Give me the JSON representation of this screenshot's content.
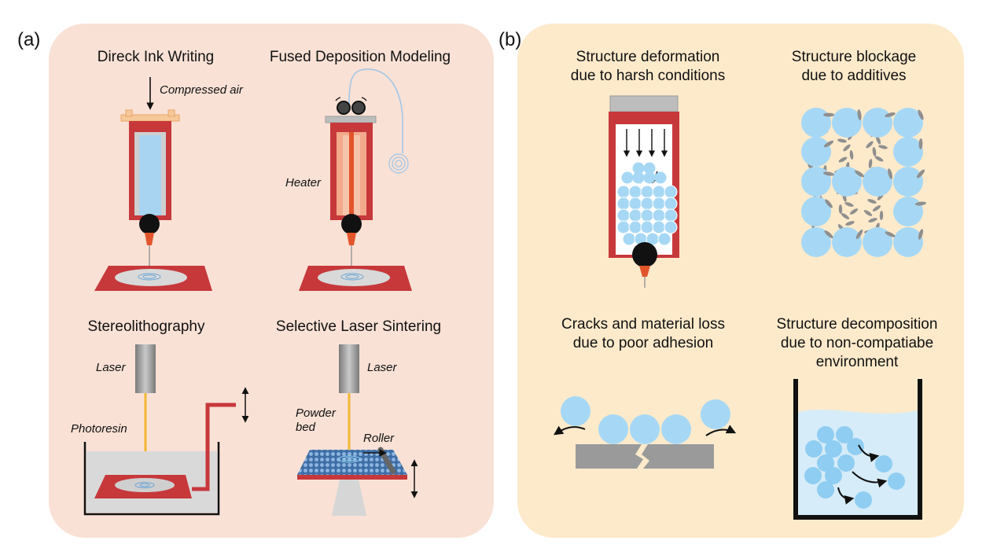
{
  "panel_a": {
    "label": "(a)",
    "diw": {
      "title": "Direck Ink Writing",
      "air": "Compressed air"
    },
    "fdm": {
      "title": "Fused Deposition Modeling",
      "heater": "Heater"
    },
    "sla": {
      "title": "Stereolithography",
      "laser": "Laser",
      "resin": "Photoresin"
    },
    "sls": {
      "title": "Selective Laser Sintering",
      "laser": "Laser",
      "powder1": "Powder",
      "powder2": "bed",
      "roller": "Roller"
    }
  },
  "panel_b": {
    "label": "(b)",
    "deform": {
      "line1": "Structure deformation",
      "line2": "due to harsh conditions"
    },
    "blockage": {
      "line1": "Structure blockage",
      "line2": "due to additives"
    },
    "cracks": {
      "line1": "Cracks and material loss",
      "line2": "due to poor adhesion"
    },
    "decomp": {
      "line1": "Structure decomposition",
      "line2": "due to non-compatiabe",
      "line3": "environment"
    }
  },
  "colors": {
    "panel_a_bg": "#f9e1d5",
    "panel_b_bg": "#fdeacb",
    "syringe_red": "#c7383b",
    "ink_blue": "#a9d4f1",
    "sphere_blue": "#a6d8f5",
    "grey": "#9a9a9a",
    "nozzle_orange": "#e2552b"
  }
}
